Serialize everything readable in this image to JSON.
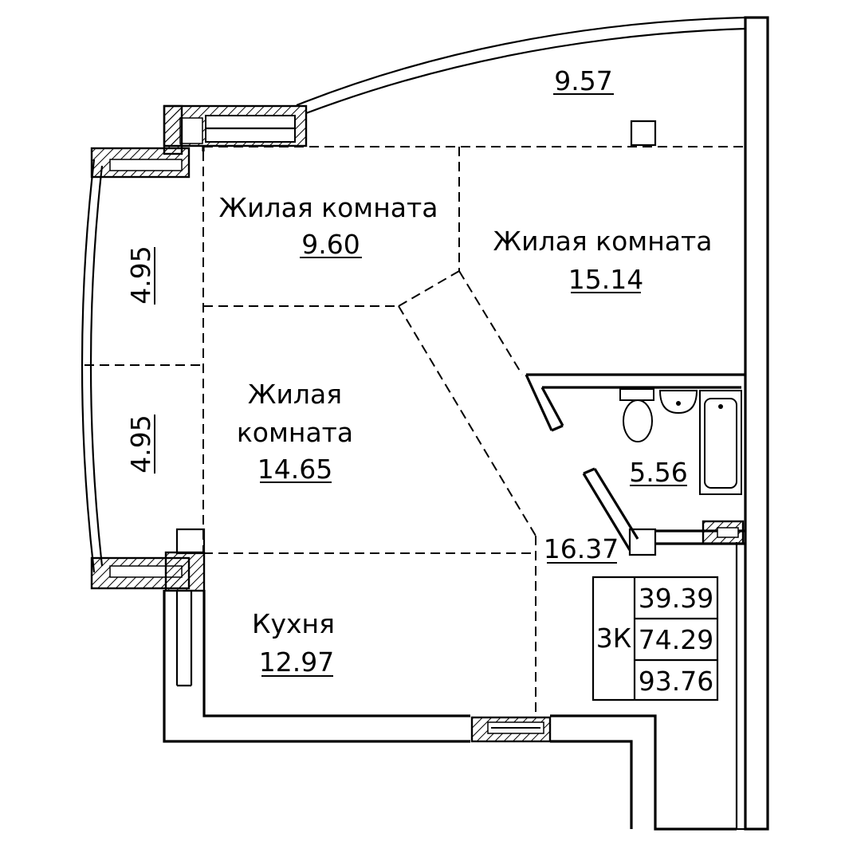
{
  "rooms": {
    "balcony_top": {
      "area": "9.57"
    },
    "living_room_1": {
      "name": "Жилая комната",
      "area": "9.60"
    },
    "living_room_2": {
      "name": "Жилая комната",
      "area": "15.14"
    },
    "living_room_3": {
      "name_line1": "Жилая",
      "name_line2": "комната",
      "area": "14.65"
    },
    "kitchen": {
      "name": "Кухня",
      "area": "12.97"
    },
    "bathroom": {
      "area": "5.56"
    },
    "hallway": {
      "area": "16.37"
    },
    "loggia_upper": {
      "area": "4.95"
    },
    "loggia_lower": {
      "area": "4.95"
    }
  },
  "summary": {
    "type": "3К",
    "living_area": "39.39",
    "total_area": "74.29",
    "total_with_balconies": "93.76"
  }
}
